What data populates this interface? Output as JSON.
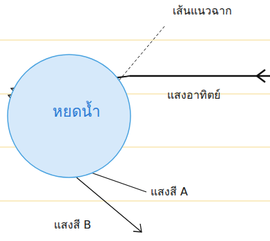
{
  "diagram": {
    "nodes": [
      {
        "text": [
          "หยดน้ำ"
        ]
      }
    ],
    "labels": [
      "เส้นแนวฉาก",
      "แสงอาทิตย์",
      "แสงสี A",
      "แสงสี B"
    ]
  }
}
